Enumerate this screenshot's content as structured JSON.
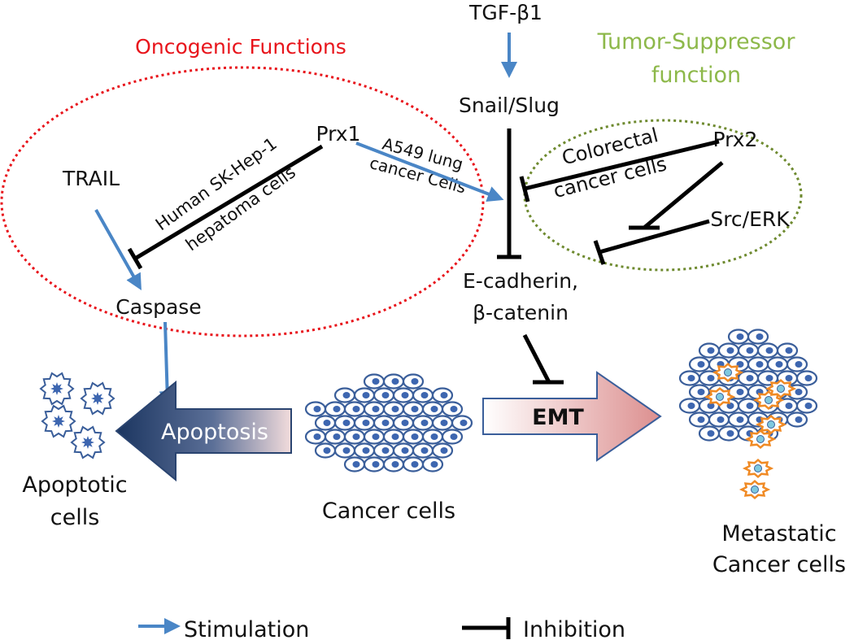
{
  "labels": {
    "oncogenic": "Oncogenic Functions",
    "tumor_suppressor_line1": "Tumor-Suppressor",
    "tumor_suppressor_line2": "function",
    "tgf": "TGF-β1",
    "snail": "Snail/Slug",
    "trail": "TRAIL",
    "prx1": "Prx1",
    "prx2": "Prx2",
    "src_erk": "Src/ERK",
    "human_line1": "Human SK-Hep-1",
    "human_line2": "hepatoma cells",
    "a549_line1": "A549 lung",
    "a549_line2": "cancer Cells",
    "colorectal_line1": "Colorectal",
    "colorectal_line2": "cancer cells",
    "caspase": "Caspase",
    "ecad_line1": "E-cadherin,",
    "ecad_line2": "β-catenin",
    "apoptosis": "Apoptosis",
    "emt": "EMT",
    "apoptotic_line1": "Apoptotic",
    "apoptotic_line2": "cells",
    "cancer_cells": "Cancer cells",
    "metastatic_line1": "Metastatic",
    "metastatic_line2": "Cancer cells"
  },
  "legend": {
    "stimulation": "Stimulation",
    "inhibition": "Inhibition"
  },
  "colors": {
    "oncogenic": "#e8141b",
    "tumor_suppressor": "#8db84a",
    "stimulation": "#4a86c6",
    "inhibition": "#000000",
    "apoptosis_arrow": "#1f3a66",
    "emt_arrow": "#e8a0a0",
    "cell_outline": "#3a5e9a",
    "metastatic_outline": "#f08a24"
  }
}
